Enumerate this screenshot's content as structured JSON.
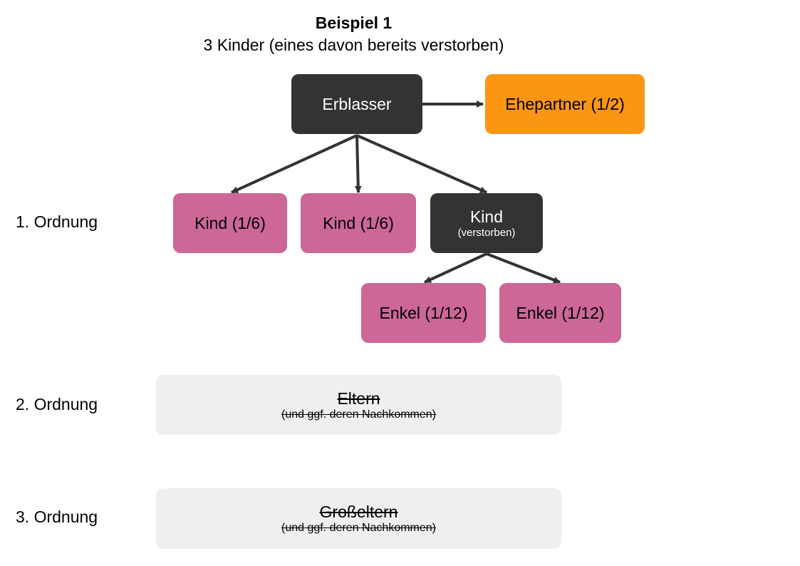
{
  "header": {
    "title": "Beispiel 1",
    "subtitle": "3 Kinder (eines davon bereits verstorben)"
  },
  "orders": [
    {
      "label": "1. Ordnung"
    },
    {
      "label": "2. Ordnung"
    },
    {
      "label": "3. Ordnung"
    }
  ],
  "nodes": {
    "erblasser": {
      "label": "Erblasser"
    },
    "ehepartner": {
      "label": "Ehepartner (1/2)"
    },
    "kind1": {
      "label": "Kind (1/6)"
    },
    "kind2": {
      "label": "Kind (1/6)"
    },
    "kind3": {
      "label": "Kind",
      "note": "(verstorben)"
    },
    "enkel1": {
      "label": "Enkel (1/12)"
    },
    "enkel2": {
      "label": "Enkel (1/12)"
    },
    "eltern": {
      "label": "Eltern",
      "note": "(und ggf. deren Nachkommen)",
      "struck": true
    },
    "grosseltern": {
      "label": "Großeltern",
      "note": "(und ggf. deren Nachkommen)",
      "struck": true
    }
  },
  "edges": [
    {
      "from": "erblasser",
      "to": "ehepartner"
    },
    {
      "from": "erblasser",
      "to": "kind1"
    },
    {
      "from": "erblasser",
      "to": "kind2"
    },
    {
      "from": "erblasser",
      "to": "kind3"
    },
    {
      "from": "kind3",
      "to": "enkel1"
    },
    {
      "from": "kind3",
      "to": "enkel2"
    }
  ],
  "colors": {
    "deceased": "#333333",
    "spouse": "#fb9514",
    "heir": "#cc6797",
    "excluded": "#efefef",
    "edge": "#333333"
  }
}
